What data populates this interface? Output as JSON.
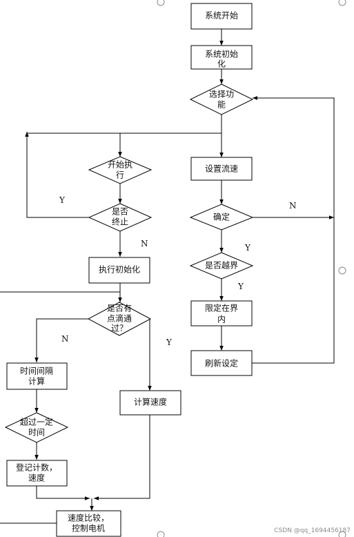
{
  "nodes": {
    "system_start": [
      "系统开始"
    ],
    "system_init": [
      "系统初始",
      "化"
    ],
    "select_function": [
      "选择功",
      "能"
    ],
    "start_execute": [
      "开始执",
      "行"
    ],
    "terminate": [
      "是否",
      "终止"
    ],
    "execute_init": [
      "执行初始化"
    ],
    "drip_detect": [
      "是否有",
      "点滴通",
      "过？"
    ],
    "time_interval": [
      "时间间隔",
      "计算"
    ],
    "exceed_time": [
      "超过一定",
      "时间"
    ],
    "record_count": [
      "登记计数，",
      "速度"
    ],
    "calc_speed": [
      "计算速度"
    ],
    "compare_control": [
      "速度比较，",
      "控制电机"
    ],
    "set_flow_rate": [
      "设置流速"
    ],
    "confirm": [
      "确定"
    ],
    "out_of_bounds": [
      "是否越界"
    ],
    "limit_range": [
      "限定在界",
      "内"
    ],
    "refresh_setting": [
      "刷新设定"
    ]
  },
  "edge_labels": {
    "terminate_yes": "Y",
    "terminate_no": "N",
    "confirm_no": "N",
    "confirm_yes": "Y",
    "bounds_yes": "Y",
    "drip_no": "N",
    "drip_yes": "Y"
  },
  "watermark": "CSDN @qq_1694456187"
}
